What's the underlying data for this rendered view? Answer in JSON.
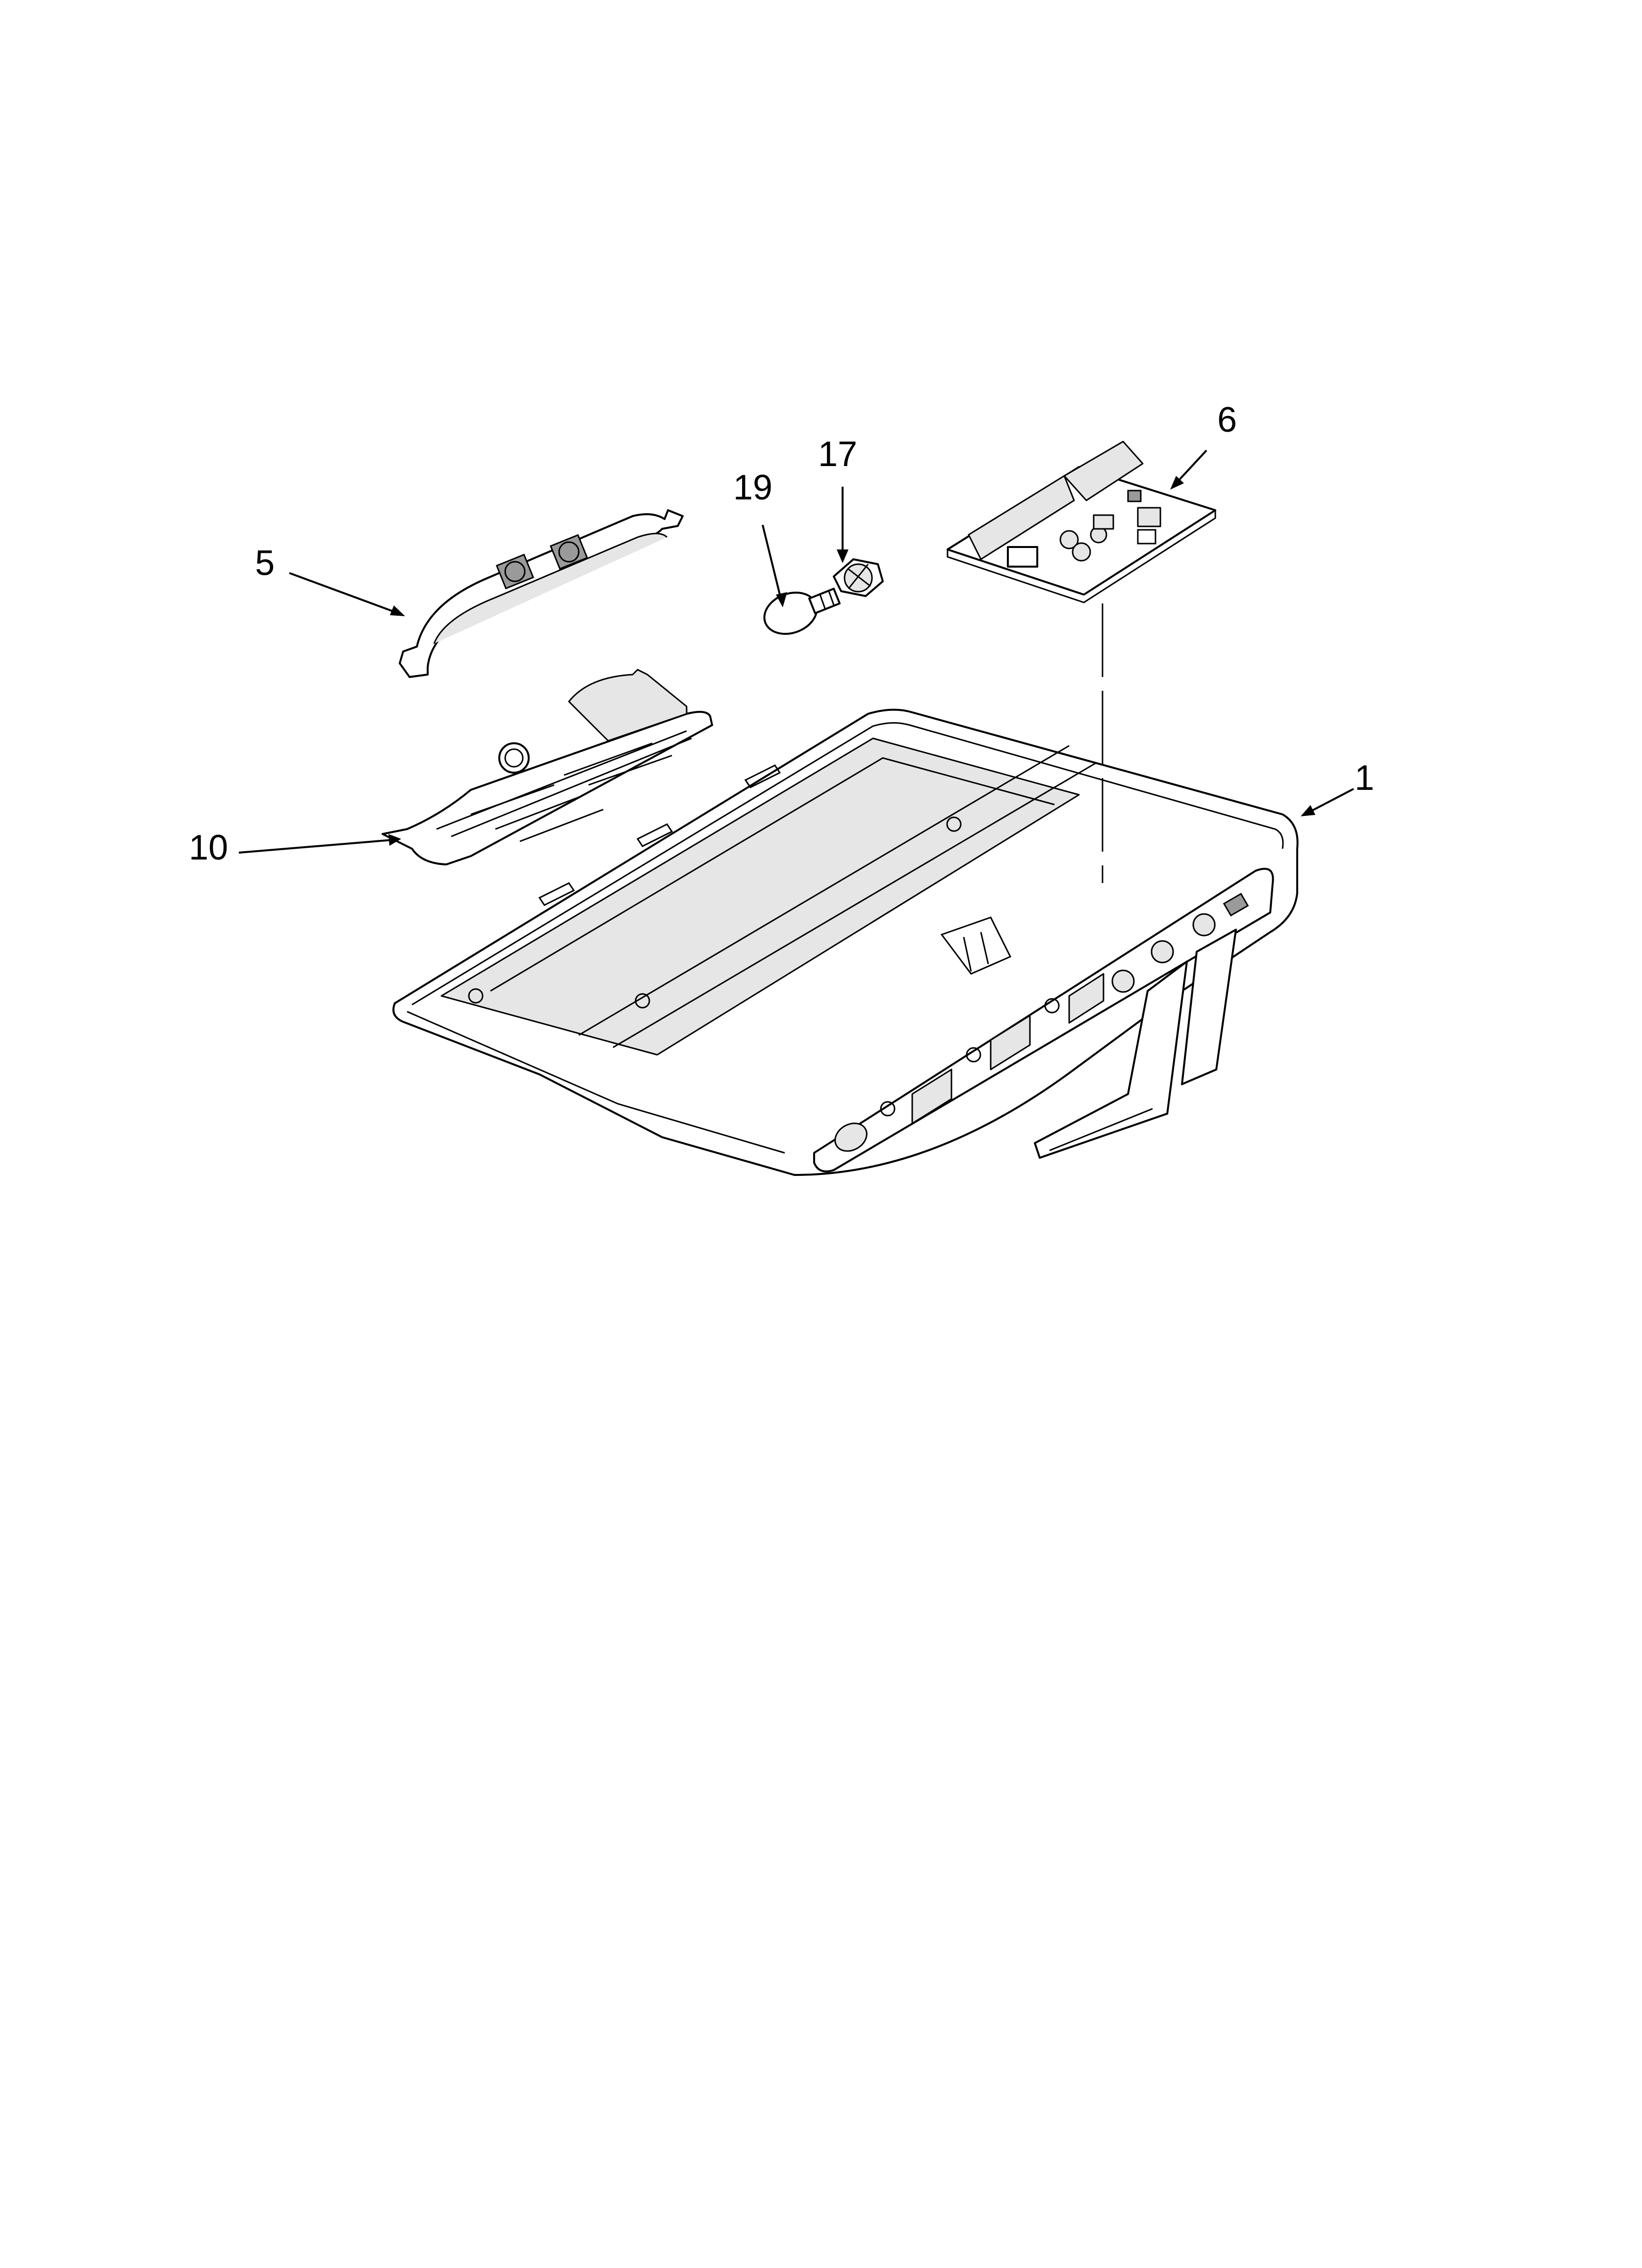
{
  "callouts": [
    {
      "id": "5",
      "label": "5"
    },
    {
      "id": "19",
      "label": "19"
    },
    {
      "id": "17",
      "label": "17"
    },
    {
      "id": "6",
      "label": "6"
    },
    {
      "id": "1",
      "label": "1"
    },
    {
      "id": "10",
      "label": "10"
    }
  ]
}
